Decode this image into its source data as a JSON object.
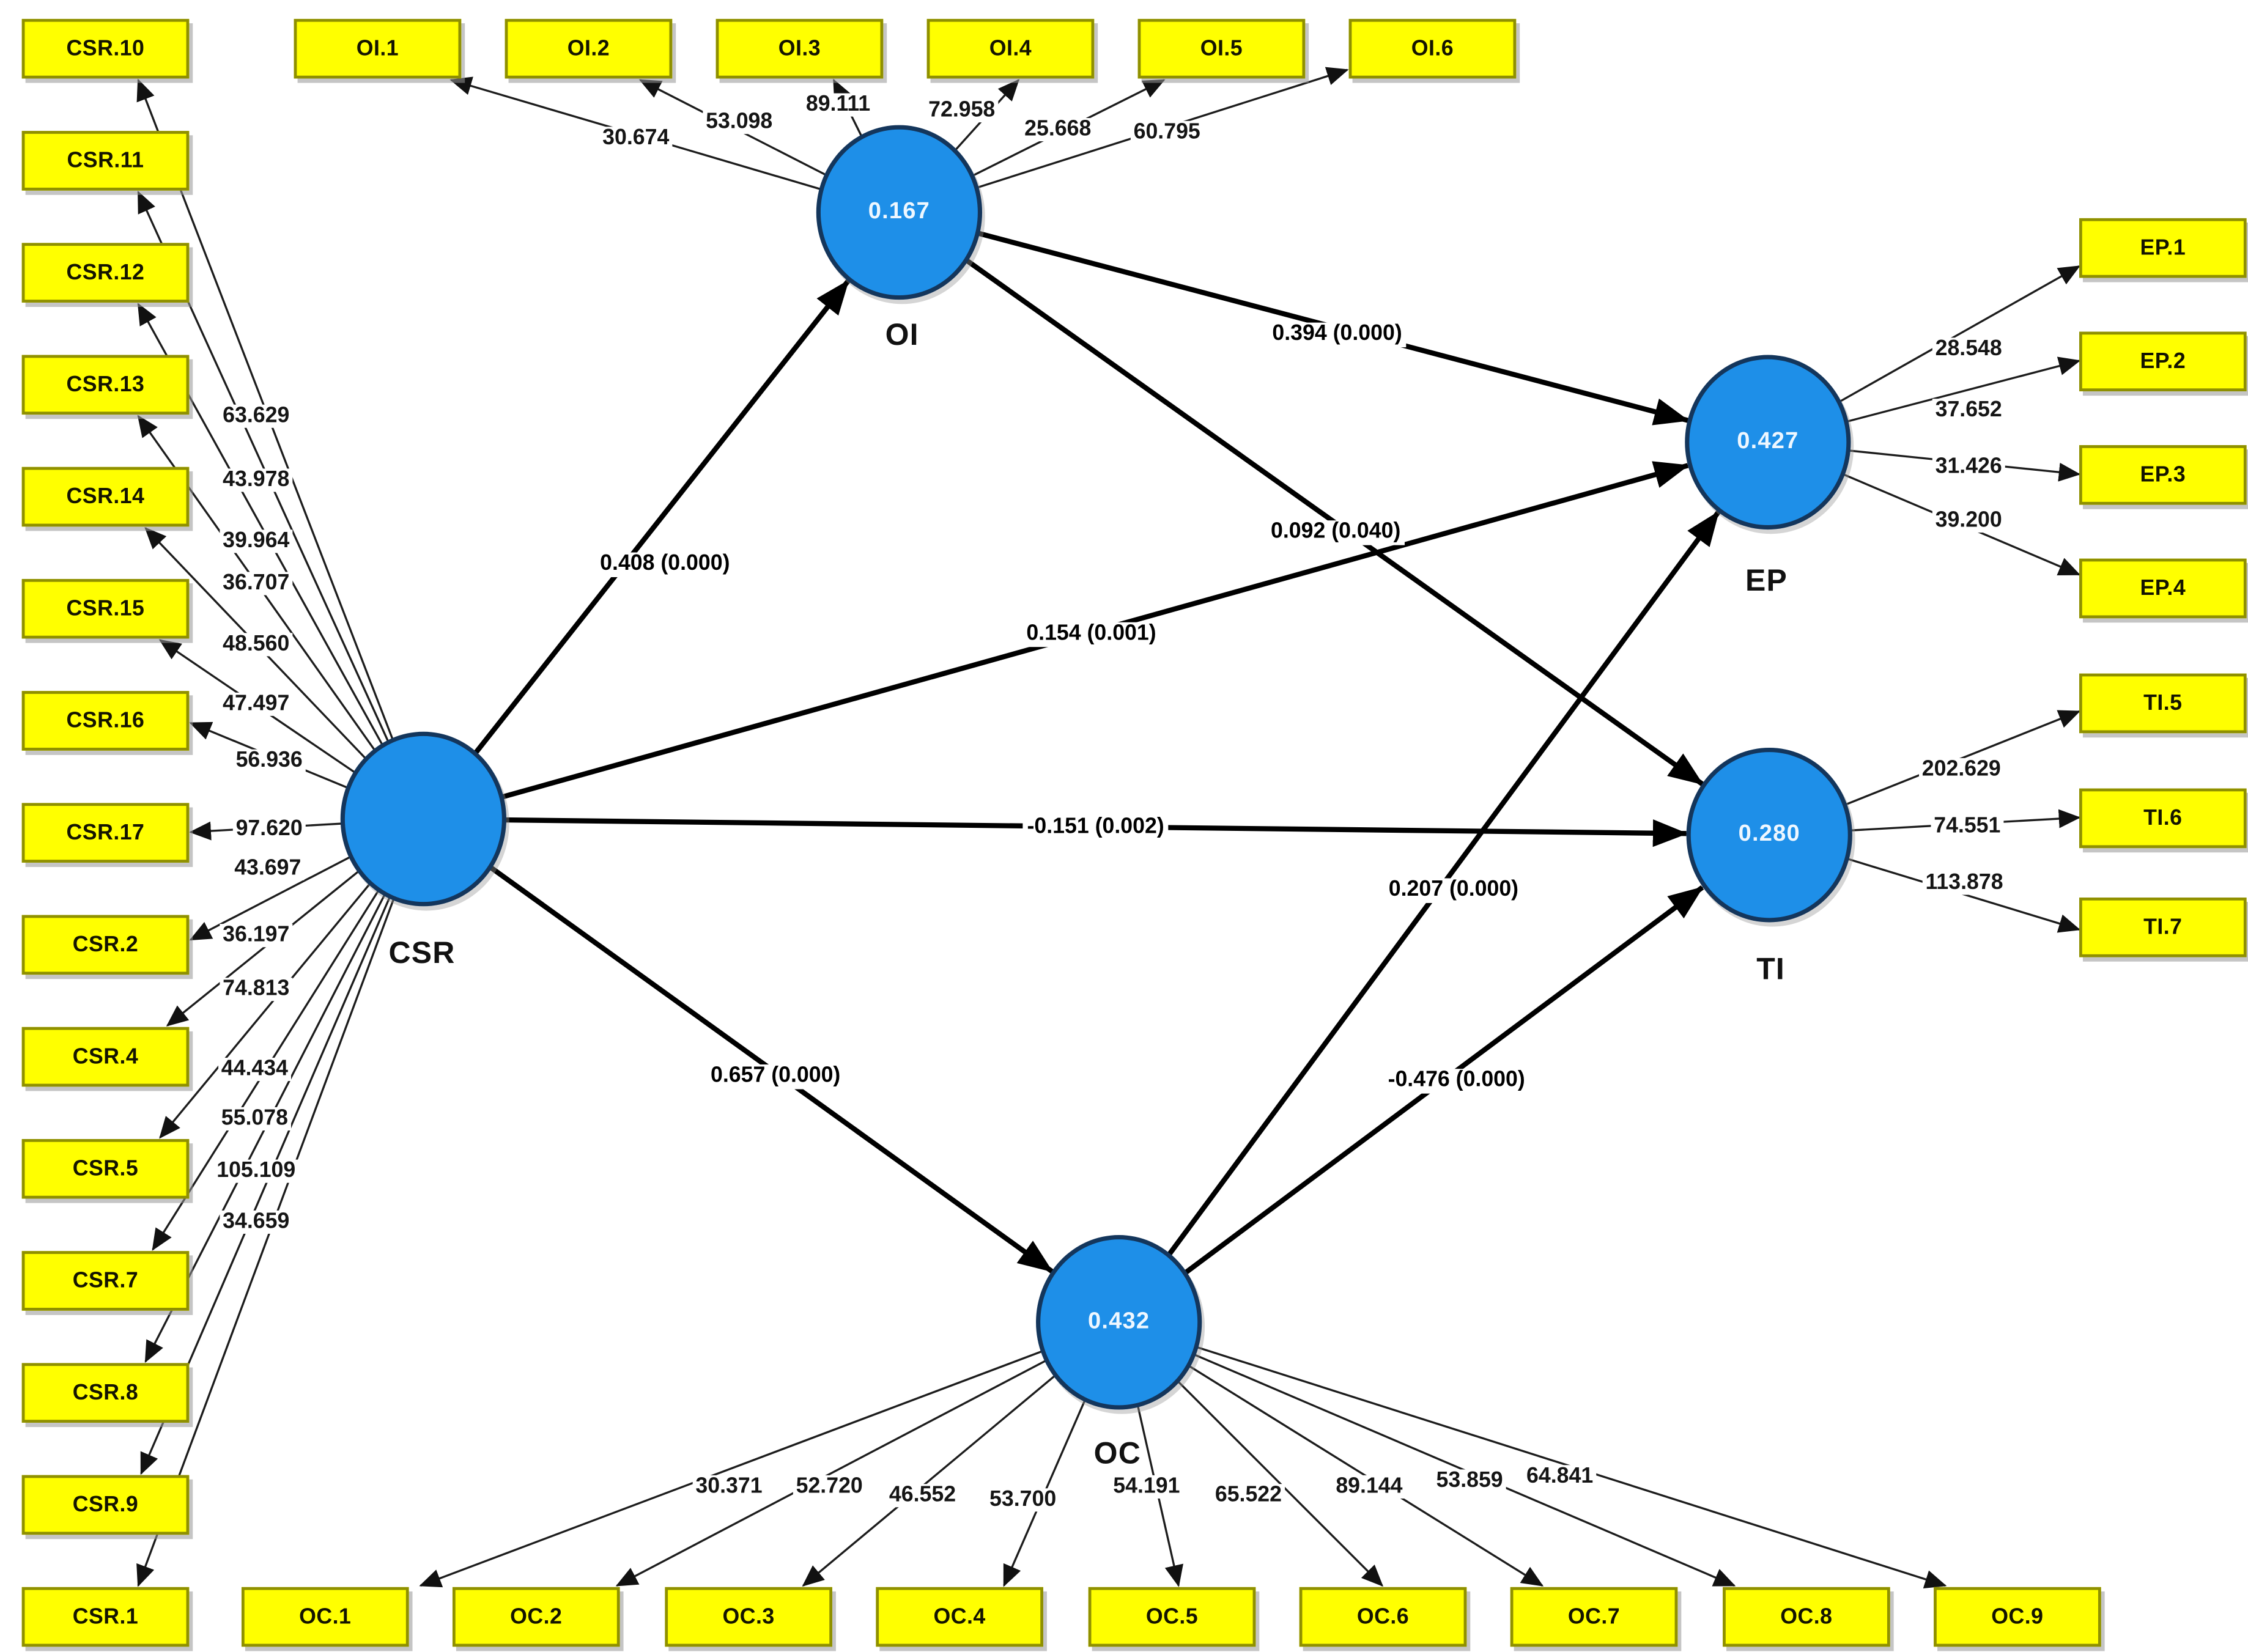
{
  "figure": {
    "kind": "PLS-SEM structural model diagram"
  },
  "colors": {
    "indicator_fill": "#ffff00",
    "indicator_border": "#8f9000",
    "construct_fill": "#1e8fe8",
    "construct_border": "#14365c",
    "arrow": "#000000"
  },
  "constructs": {
    "CSR": {
      "name": "CSR"
    },
    "OI": {
      "name": "OI",
      "r2": "0.167"
    },
    "EP": {
      "name": "EP",
      "r2": "0.427"
    },
    "TI": {
      "name": "TI",
      "r2": "0.280"
    },
    "OC": {
      "name": "OC",
      "r2": "0.432"
    }
  },
  "ind": {
    "CSR": [
      {
        "id": "CSR.10",
        "v": "63.629"
      },
      {
        "id": "CSR.11",
        "v": "43.978"
      },
      {
        "id": "CSR.12",
        "v": "39.964"
      },
      {
        "id": "CSR.13",
        "v": "36.707"
      },
      {
        "id": "CSR.14",
        "v": "48.560"
      },
      {
        "id": "CSR.15",
        "v": "47.497"
      },
      {
        "id": "CSR.16",
        "v": "56.936"
      },
      {
        "id": "CSR.17",
        "v": "97.620"
      },
      {
        "id": "CSR.2",
        "v": "43.697"
      },
      {
        "id": "CSR.4",
        "v": "36.197"
      },
      {
        "id": "CSR.5",
        "v": "74.813"
      },
      {
        "id": "CSR.7",
        "v": "44.434"
      },
      {
        "id": "CSR.8",
        "v": "55.078"
      },
      {
        "id": "CSR.9",
        "v": "105.109"
      },
      {
        "id": "CSR.1",
        "v": "34.659"
      }
    ],
    "OI": [
      {
        "id": "OI.1",
        "v": "30.674"
      },
      {
        "id": "OI.2",
        "v": "53.098"
      },
      {
        "id": "OI.3",
        "v": "89.111"
      },
      {
        "id": "OI.4",
        "v": "72.958"
      },
      {
        "id": "OI.5",
        "v": "25.668"
      },
      {
        "id": "OI.6",
        "v": "60.795"
      }
    ],
    "EP": [
      {
        "id": "EP.1",
        "v": "28.548"
      },
      {
        "id": "EP.2",
        "v": "37.652"
      },
      {
        "id": "EP.3",
        "v": "31.426"
      },
      {
        "id": "EP.4",
        "v": "39.200"
      }
    ],
    "TI": [
      {
        "id": "TI.5",
        "v": "202.629"
      },
      {
        "id": "TI.6",
        "v": "74.551"
      },
      {
        "id": "TI.7",
        "v": "113.878"
      }
    ],
    "OC": [
      {
        "id": "OC.1",
        "v": "30.371"
      },
      {
        "id": "OC.2",
        "v": "52.720"
      },
      {
        "id": "OC.3",
        "v": "46.552"
      },
      {
        "id": "OC.4",
        "v": "53.700"
      },
      {
        "id": "OC.5",
        "v": "54.191"
      },
      {
        "id": "OC.6",
        "v": "65.522"
      },
      {
        "id": "OC.7",
        "v": "89.144"
      },
      {
        "id": "OC.8",
        "v": "53.859"
      },
      {
        "id": "OC.9",
        "v": "64.841"
      }
    ]
  },
  "paths": [
    {
      "from": "CSR",
      "to": "OI",
      "label": "0.408 (0.000)"
    },
    {
      "from": "OI",
      "to": "EP",
      "label": "0.394 (0.000)"
    },
    {
      "from": "OI",
      "to": "TI",
      "label": "0.092 (0.040)"
    },
    {
      "from": "CSR",
      "to": "EP",
      "label": "0.154 (0.001)"
    },
    {
      "from": "CSR",
      "to": "TI",
      "label": "-0.151 (0.002)"
    },
    {
      "from": "CSR",
      "to": "OC",
      "label": "0.657 (0.000)"
    },
    {
      "from": "OC",
      "to": "EP",
      "label": "0.207 (0.000)"
    },
    {
      "from": "OC",
      "to": "TI",
      "label": "-0.476 (0.000)"
    }
  ]
}
